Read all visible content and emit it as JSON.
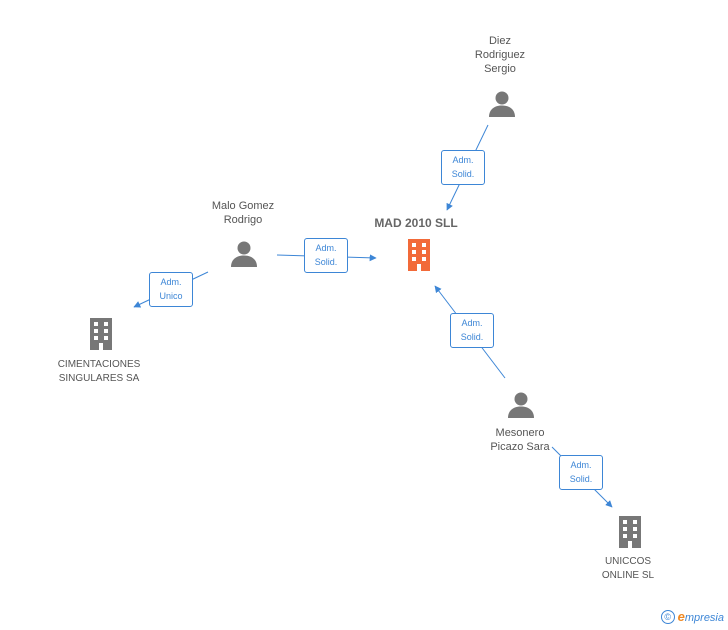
{
  "center": {
    "name": "MAD 2010 SLL",
    "color": "#f26a39"
  },
  "people": [
    {
      "id": "diez",
      "name": "Diez\nRodriguez\nSergio"
    },
    {
      "id": "malo",
      "name": "Malo Gomez\nRodrigo"
    },
    {
      "id": "mesonero",
      "name": "Mesonero\nPicazo Sara"
    }
  ],
  "companies": [
    {
      "id": "cimentaciones",
      "name": "CIMENTACIONES\nSINGULARES SA"
    },
    {
      "id": "uniccos",
      "name": "UNICCOS\nONLINE SL"
    }
  ],
  "edges": [
    {
      "id": "diez-mad",
      "line1": "Adm.",
      "line2": "Solid."
    },
    {
      "id": "malo-mad",
      "line1": "Adm.",
      "line2": "Solid."
    },
    {
      "id": "malo-cimentaciones",
      "line1": "Adm.",
      "line2": "Unico"
    },
    {
      "id": "mesonero-mad",
      "line1": "Adm.",
      "line2": "Solid."
    },
    {
      "id": "mesonero-uniccos",
      "line1": "Adm.",
      "line2": "Solid."
    }
  ],
  "footer": {
    "copyright": "©",
    "brand_initial": "e",
    "brand_rest": "mpresia"
  },
  "colors": {
    "edge": "#3d86d6",
    "node_gray": "#777777"
  }
}
